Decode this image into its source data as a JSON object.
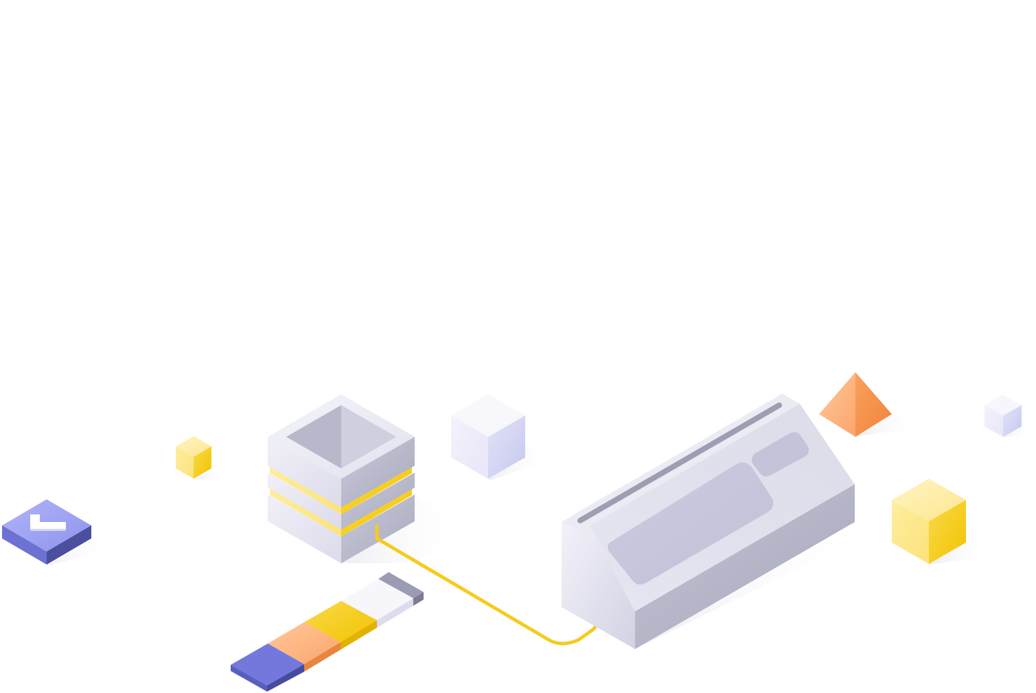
{
  "illustration": {
    "palette": {
      "background": "#ffffff",
      "light_face": "#ecebf4",
      "mid_face": "#d8d8e6",
      "dark_face": "#aeaec2",
      "yellow": "#f6cb1e",
      "yellow_light": "#fde98c",
      "orange": "#f89a55",
      "orange_light": "#fcbf8c",
      "indigo": "#6f74d6",
      "indigo_light": "#a4a8f4",
      "shadow": "#f2f2f6"
    },
    "objects": [
      "layered-server-box",
      "terminal-machine",
      "connector-cable",
      "color-swatch-strip",
      "indigo-tile",
      "small-yellow-cube",
      "lavender-cube",
      "orange-pyramid",
      "large-yellow-cube",
      "small-lavender-cube"
    ]
  }
}
